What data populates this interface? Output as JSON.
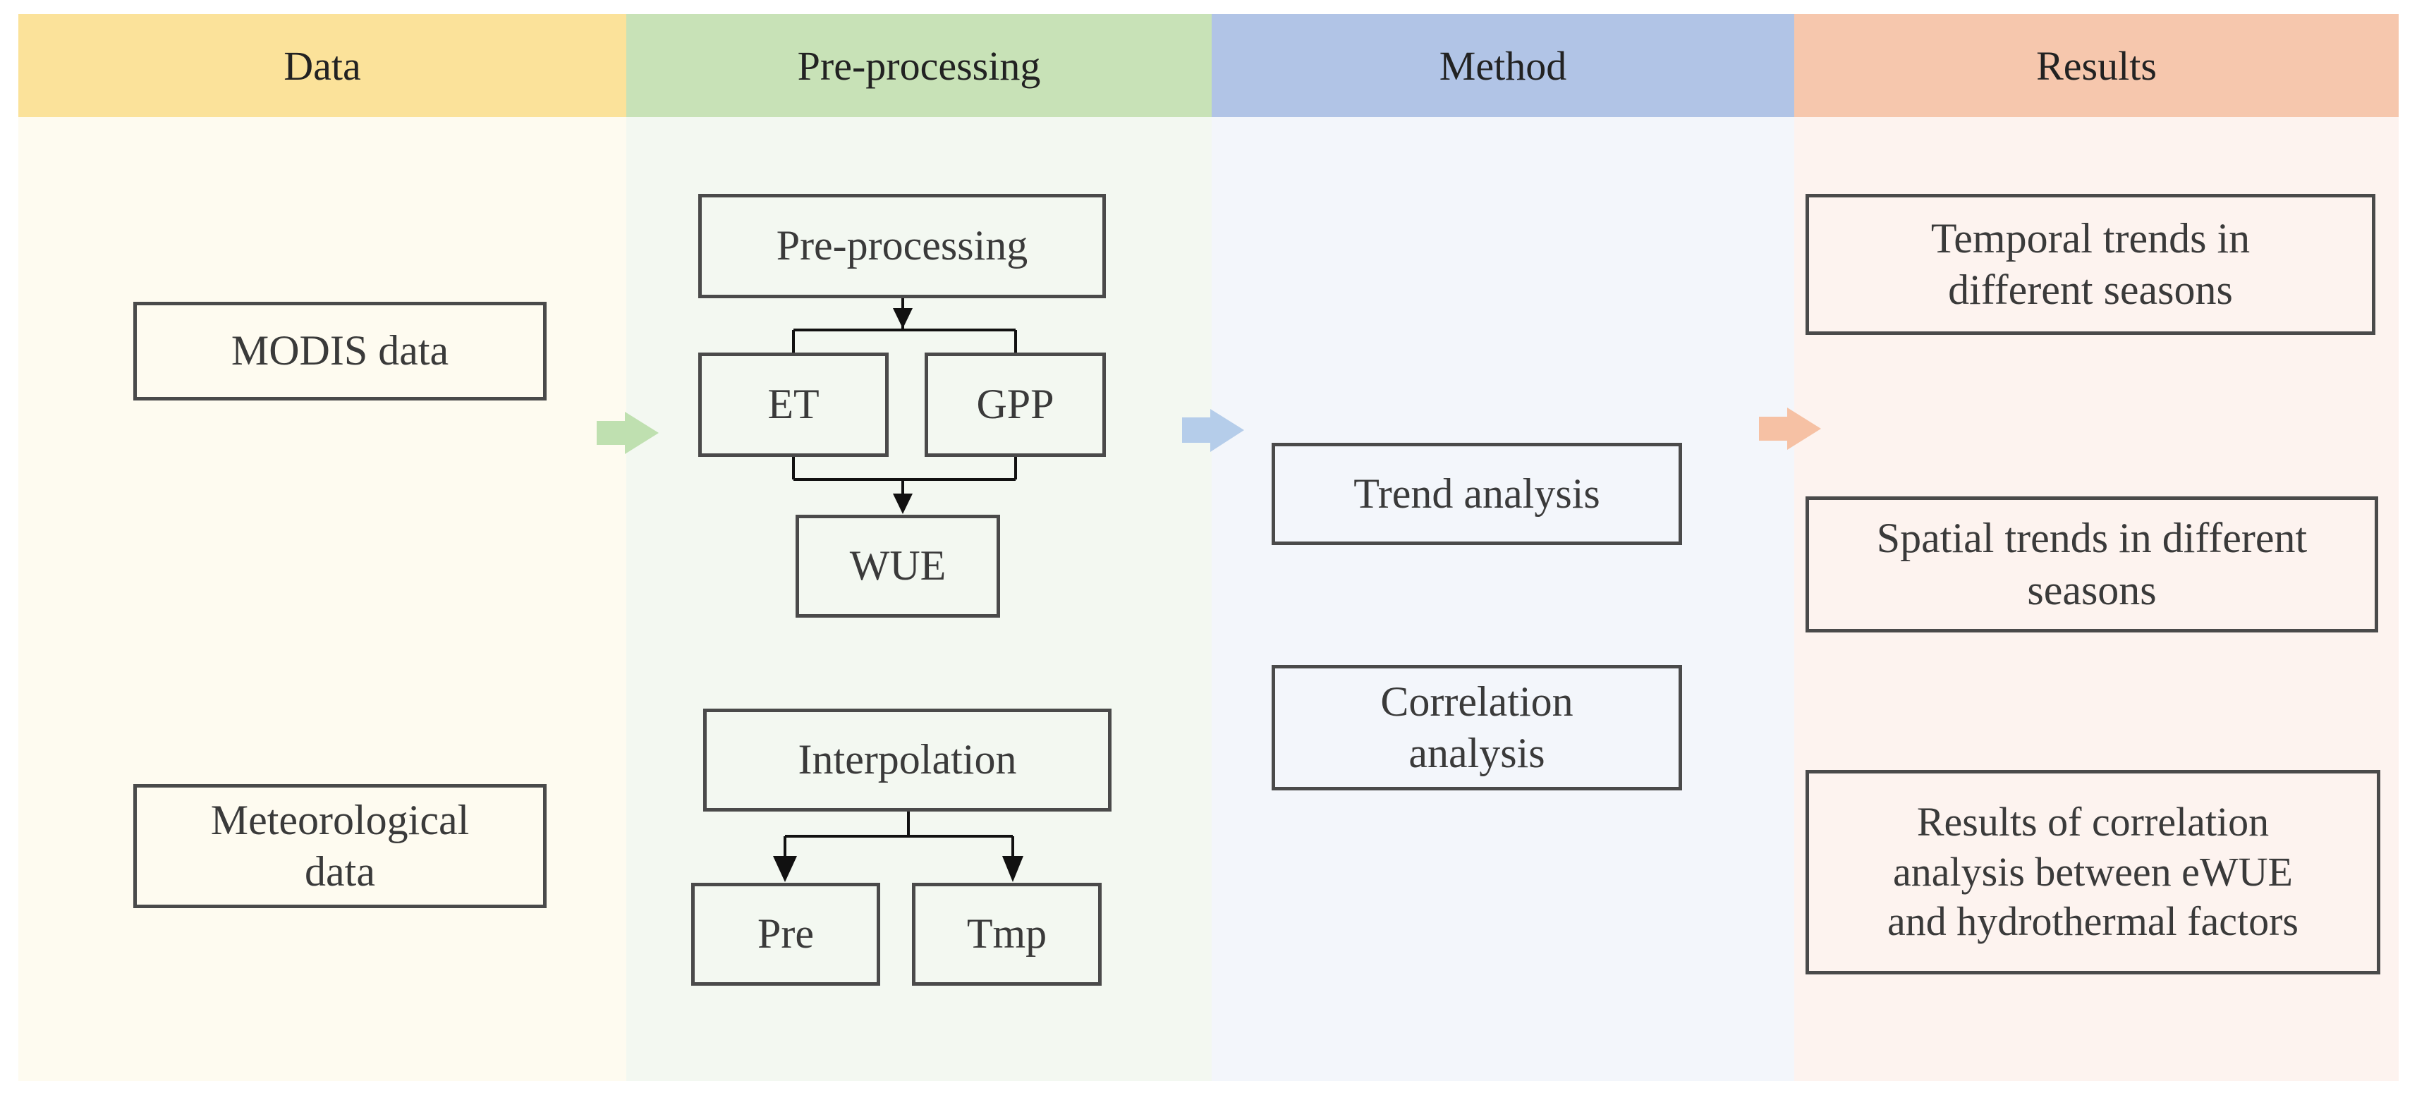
{
  "columns": [
    {
      "id": "data",
      "title": "Data",
      "header_color": "#fbe29a",
      "body_color": "#fefbf0"
    },
    {
      "id": "preprocessing",
      "title": "Pre-processing",
      "header_color": "#c8e2b7",
      "body_color": "#f3f8f1"
    },
    {
      "id": "method",
      "title": "Method",
      "header_color": "#b1c4e6",
      "body_color": "#f3f6fb"
    },
    {
      "id": "results",
      "title": "Results",
      "header_color": "#f6c7ad",
      "body_color": "#fdf3ef"
    }
  ],
  "data_col": {
    "modis": "MODIS data",
    "meteorological": "Meteorological\ndata"
  },
  "preproc_col": {
    "preprocessing": "Pre-processing",
    "et": "ET",
    "gpp": "GPP",
    "wue": "WUE",
    "interpolation": "Interpolation",
    "pre": "Pre",
    "tmp": "Tmp"
  },
  "method_col": {
    "trend": "Trend analysis",
    "correlation": "Correlation\nanalysis"
  },
  "results_col": {
    "temporal": "Temporal trends in\ndifferent seasons",
    "spatial": "Spatial trends in different\nseasons",
    "correlation_results": "Results of correlation\nanalysis between eWUE\nand hydrothermal factors"
  },
  "stage_arrow_colors": [
    "#bfe0b0",
    "#b5cdea",
    "#f6c1a4"
  ]
}
